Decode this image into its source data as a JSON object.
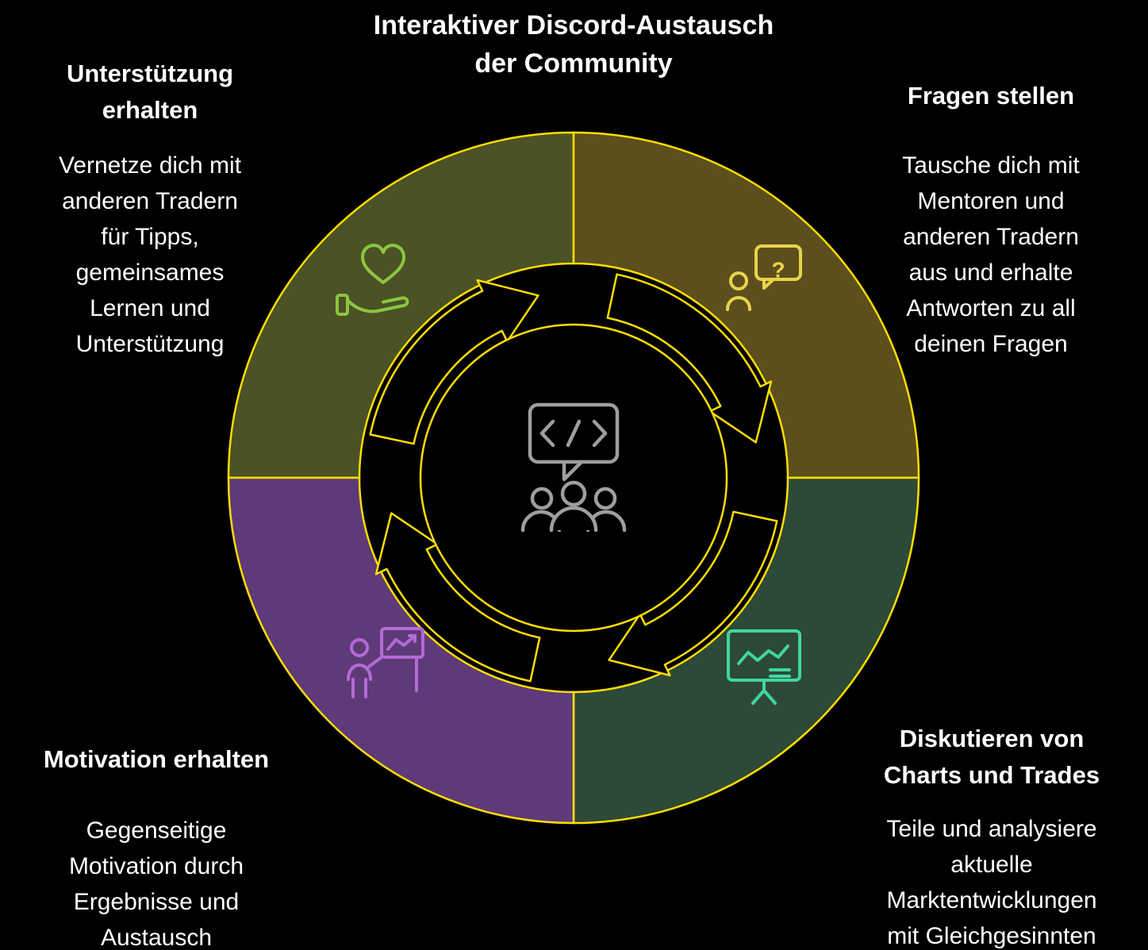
{
  "title_lines": [
    "Interaktiver Discord-Austausch",
    "der Community"
  ],
  "sections": {
    "nw": {
      "heading_lines": [
        "Unterstützung",
        "erhalten"
      ],
      "body_lines": [
        "Vernetze dich mit",
        "anderen Tradern",
        "für Tipps,",
        "gemeinsames",
        "Lernen und",
        "Unterstützung"
      ],
      "icon": "hand-heart-icon"
    },
    "ne": {
      "heading_lines": [
        "Fragen stellen"
      ],
      "body_lines": [
        "Tausche dich mit",
        "Mentoren und",
        "anderen Tradern",
        "aus und erhalte",
        "Antworten zu all",
        "deinen Fragen"
      ],
      "icon": "person-question-icon"
    },
    "se": {
      "heading_lines": [
        "Diskutieren von",
        "Charts und Trades"
      ],
      "body_lines": [
        "Teile und analysiere",
        "aktuelle",
        "Marktentwicklungen",
        "mit Gleichgesinnten"
      ],
      "icon": "chart-presentation-icon"
    },
    "sw": {
      "heading_lines": [
        "Motivation erhalten"
      ],
      "body_lines": [
        "Gegenseitige",
        "Motivation durch",
        "Ergebnisse und",
        "Austausch"
      ],
      "icon": "presenter-chart-icon"
    }
  },
  "center": {
    "icon": "code-chat-community-icon"
  },
  "icons": {
    "question_mark": "?"
  },
  "colors": {
    "background": "#000000",
    "outline": "#ffdd00",
    "text": "#ffffff",
    "quadrant_nw": "#4a5226",
    "quadrant_ne": "#5c4f1d",
    "quadrant_se": "#2d4937",
    "quadrant_sw": "#5e3a78",
    "icon_nw": "#8cc63f",
    "icon_ne": "#e9d44a",
    "icon_se": "#3fd69f",
    "icon_sw": "#b36bd4",
    "center_icon": "#9e9e9e"
  }
}
